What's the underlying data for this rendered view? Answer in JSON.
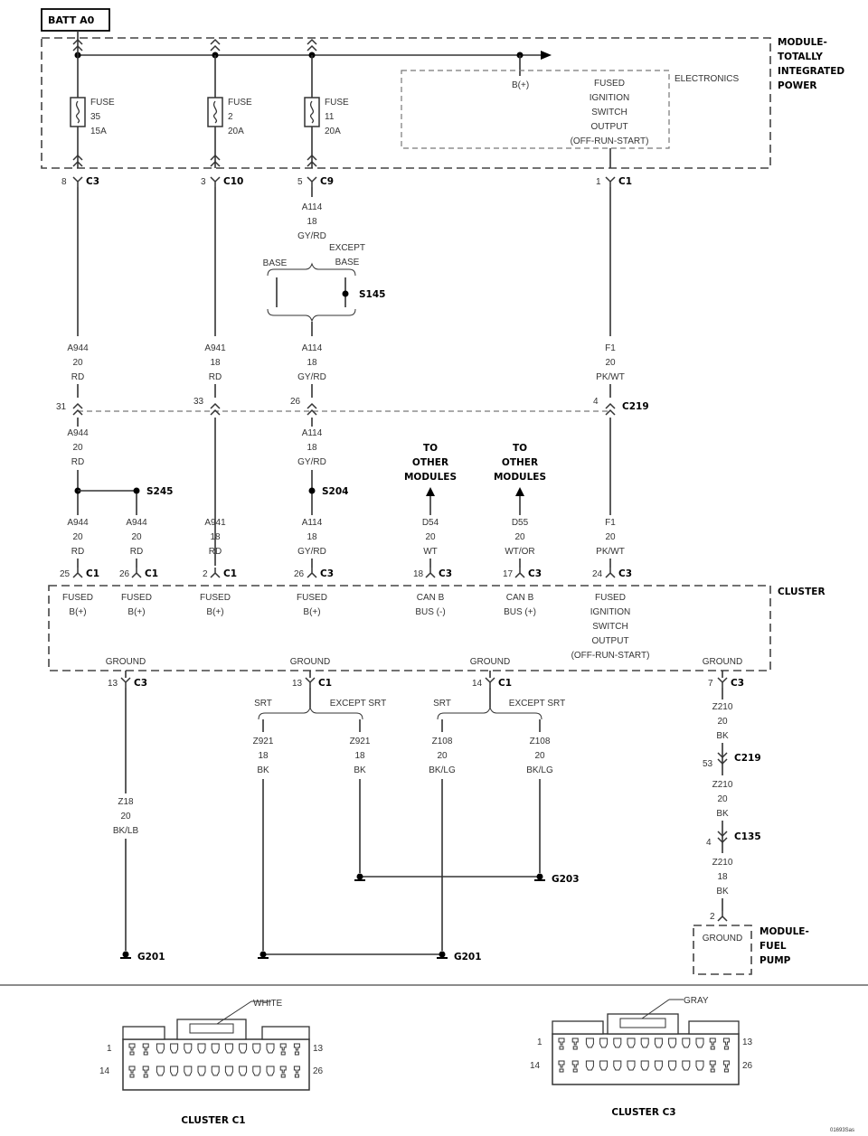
{
  "batt_label": "BATT A0",
  "tipm_lines": [
    "MODULE-",
    "TOTALLY",
    "INTEGRATED",
    "POWER"
  ],
  "electronics_label": "ELECTRONICS",
  "bplus": "B(+)",
  "tipm_output": [
    "FUSED",
    "IGNITION",
    "SWITCH",
    "OUTPUT",
    "(OFF-RUN-START)"
  ],
  "fuses": [
    {
      "l1": "FUSE",
      "num": "35",
      "amp": "15A"
    },
    {
      "l1": "FUSE",
      "num": "2",
      "amp": "20A"
    },
    {
      "l1": "FUSE",
      "num": "11",
      "amp": "20A"
    }
  ],
  "top_conn": [
    {
      "pin": "8",
      "name": "C3"
    },
    {
      "pin": "3",
      "name": "C10"
    },
    {
      "pin": "5",
      "name": "C9"
    },
    {
      "pin": "1",
      "name": "C1"
    }
  ],
  "wire_a114": [
    "A114",
    "18",
    "GY/RD"
  ],
  "base_label": "BASE",
  "except_base": [
    "EXCEPT",
    "BASE"
  ],
  "s145": "S145",
  "wires_pre_c219": [
    [
      "A944",
      "20",
      "RD"
    ],
    [
      "A941",
      "18",
      "RD"
    ],
    [
      "A114",
      "18",
      "GY/RD"
    ],
    [
      "F1",
      "20",
      "PK/WT"
    ]
  ],
  "c219_pins": [
    "31",
    "33",
    "26",
    "4"
  ],
  "c219_name": "C219",
  "wires_post_c219": [
    [
      "A944",
      "20",
      "RD"
    ],
    [
      "A114",
      "18",
      "GY/RD"
    ]
  ],
  "s245": "S245",
  "s204": "S204",
  "to_other": [
    "TO",
    "OTHER",
    "MODULES"
  ],
  "wires_to_cluster": [
    [
      "A944",
      "20",
      "RD"
    ],
    [
      "A944",
      "20",
      "RD"
    ],
    [
      "A941",
      "18",
      "RD"
    ],
    [
      "A114",
      "18",
      "GY/RD"
    ],
    [
      "D54",
      "20",
      "WT"
    ],
    [
      "D55",
      "20",
      "WT/OR"
    ],
    [
      "F1",
      "20",
      "PK/WT"
    ]
  ],
  "cluster_pins": [
    {
      "pin": "25",
      "name": "C1"
    },
    {
      "pin": "26",
      "name": "C1"
    },
    {
      "pin": "2",
      "name": "C1"
    },
    {
      "pin": "26",
      "name": "C3"
    },
    {
      "pin": "18",
      "name": "C3"
    },
    {
      "pin": "17",
      "name": "C3"
    },
    {
      "pin": "24",
      "name": "C3"
    }
  ],
  "cluster_label": "CLUSTER",
  "cluster_inputs": [
    [
      "FUSED",
      "B(+)"
    ],
    [
      "FUSED",
      "B(+)"
    ],
    [
      "FUSED",
      "B(+)"
    ],
    [
      "FUSED",
      "B(+)"
    ],
    [
      "CAN B",
      "BUS (-)"
    ],
    [
      "CAN B",
      "BUS (+)"
    ]
  ],
  "cluster_ign": [
    "FUSED",
    "IGNITION",
    "SWITCH",
    "OUTPUT",
    "(OFF-RUN-START)"
  ],
  "ground": "GROUND",
  "ground_pins": [
    {
      "pin": "13",
      "name": "C3"
    },
    {
      "pin": "13",
      "name": "C1"
    },
    {
      "pin": "14",
      "name": "C1"
    },
    {
      "pin": "7",
      "name": "C3"
    }
  ],
  "srt": "SRT",
  "except_srt": "EXCEPT SRT",
  "ground_wires": {
    "z18": [
      "Z18",
      "20",
      "BK/LB"
    ],
    "z921a": [
      "Z921",
      "18",
      "BK"
    ],
    "z921b": [
      "Z921",
      "18",
      "BK"
    ],
    "z108a": [
      "Z108",
      "20",
      "BK/LG"
    ],
    "z108b": [
      "Z108",
      "20",
      "BK/LG"
    ],
    "z210a": [
      "Z210",
      "20",
      "BK"
    ],
    "z210b": [
      "Z210",
      "20",
      "BK"
    ],
    "z210c": [
      "Z210",
      "18",
      "BK"
    ]
  },
  "c219_pin53": "53",
  "c135_pin": "4",
  "c135": "C135",
  "fp_pin": "2",
  "g201": "G201",
  "g203": "G203",
  "fuel_pump": [
    "MODULE-",
    "FUEL",
    "PUMP"
  ],
  "white": "WHITE",
  "gray": "GRAY",
  "conn_c1_title": "CLUSTER C1",
  "conn_c3_title": "CLUSTER C3",
  "c1_pins": {
    "tl": "1",
    "tr": "13",
    "bl": "14",
    "br": "26"
  },
  "c3_pins": {
    "tl": "1",
    "tr": "13",
    "bl": "14",
    "br": "26"
  },
  "ref": "01693Sas"
}
